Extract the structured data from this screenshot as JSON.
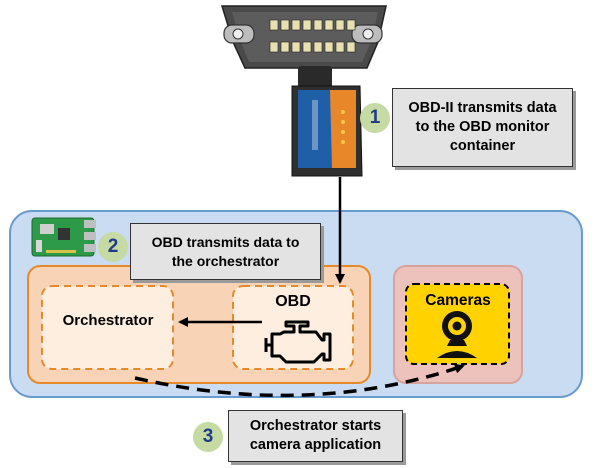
{
  "steps": [
    {
      "number": "1",
      "lines": [
        "OBD-II transmits data",
        "to the OBD monitor",
        "container"
      ]
    },
    {
      "number": "2",
      "lines": [
        "OBD transmits data to",
        "the orchestrator"
      ]
    },
    {
      "number": "3",
      "lines": [
        "Orchestrator starts",
        "camera application"
      ]
    }
  ],
  "components": {
    "orchestrator": "Orchestrator",
    "obd": "OBD",
    "cameras": "Cameras"
  },
  "icons": {
    "connector": "obd-port-connector-icon",
    "dongle": "obd-dongle-icon",
    "board": "raspberry-pi-icon",
    "engine": "engine-icon",
    "camera": "webcam-icon"
  },
  "colors": {
    "host_fill": "#c9dcf2",
    "host_border": "#6a9bd0",
    "group_fill": "#f9d3b5",
    "group_border": "#e58a2a",
    "inner_fill": "#fdeee0",
    "camera_group_fill": "#edc2bd",
    "camera_box_fill": "#ffd200",
    "step_badge": "#c5dba3",
    "step_text": "#1f3b8a",
    "callout_fill": "#e3e3e3"
  }
}
